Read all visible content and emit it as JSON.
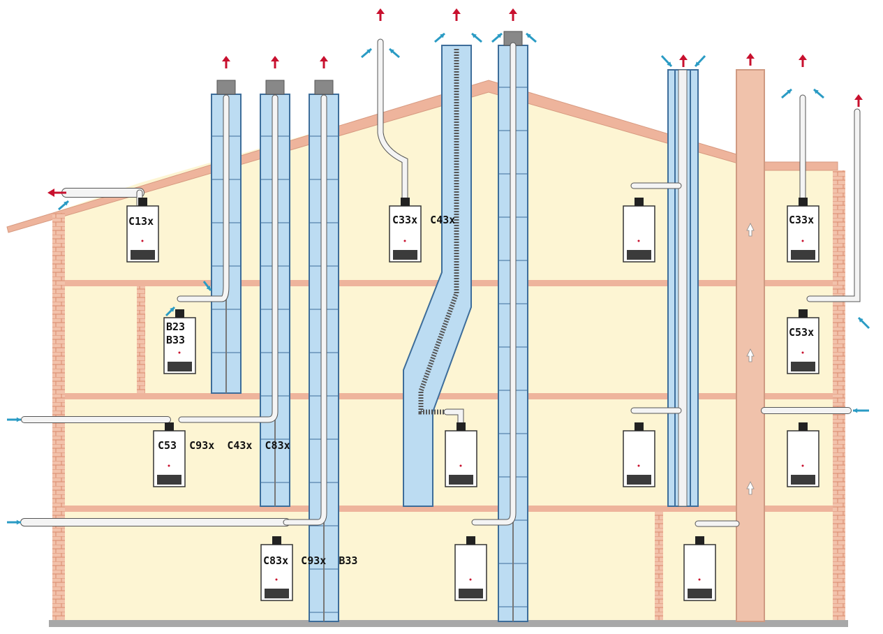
{
  "colors": {
    "wall_fill": "#fdf5d3",
    "brick": "#e9a98e",
    "roof": "#eeb49c",
    "shaft_fill": "#bcdcf2",
    "shaft_stroke": "#3d6d9a",
    "chimney": "#f0c2ab",
    "exhaust_arrow": "#c8102e",
    "intake_arrow": "#2a9bc4",
    "boiler_body": "#ffffff",
    "boiler_panel": "#3b3b3b",
    "ground": "#a8a8a8"
  },
  "labels": {
    "c13x": "C13x",
    "b23": "B23",
    "b33": "B33",
    "c53_row": "C53  C93x  C43x  C83x",
    "c33x_c43x": "C33x  C43x",
    "c83x_c93x_b33": "C83x  C93x  B33",
    "c33x_right": "C33x",
    "c53x_right": "C53x"
  }
}
